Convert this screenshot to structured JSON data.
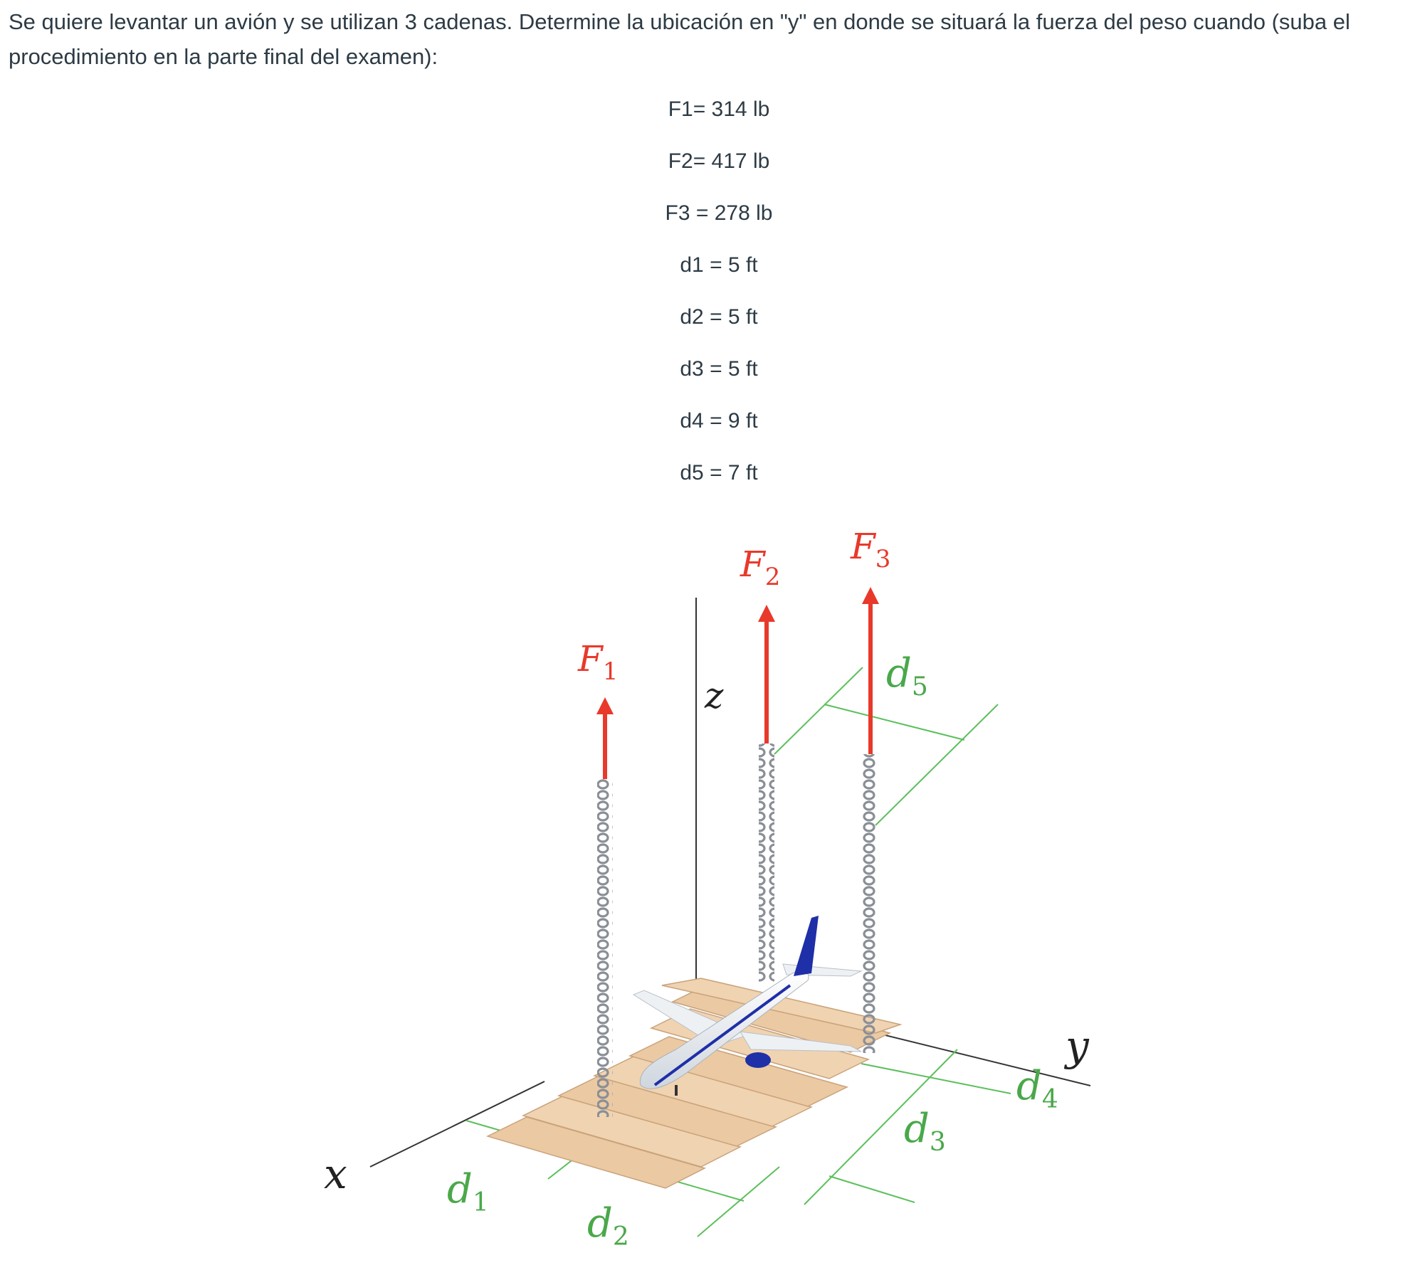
{
  "question": "Se quiere levantar un avión y se utilizan 3 cadenas. Determine la ubicación en \"y\" en donde se situará la fuerza del peso cuando (suba el procedimiento en la parte final del examen):",
  "givens": [
    "F1= 314 lb",
    "F2= 417 lb",
    "F3 = 278 lb",
    "d1 = 5 ft",
    "d2 = 5 ft",
    "d3 = 5 ft",
    "d4 = 9 ft",
    "d5 = 7 ft"
  ],
  "figure": {
    "axes": {
      "x": "x",
      "y": "y",
      "z": "z"
    },
    "forces": [
      {
        "symbol": "F",
        "sub": "1"
      },
      {
        "symbol": "F",
        "sub": "2"
      },
      {
        "symbol": "F",
        "sub": "3"
      }
    ],
    "distances": [
      {
        "symbol": "d",
        "sub": "1"
      },
      {
        "symbol": "d",
        "sub": "2"
      },
      {
        "symbol": "d",
        "sub": "3"
      },
      {
        "symbol": "d",
        "sub": "4"
      },
      {
        "symbol": "d",
        "sub": "5"
      }
    ],
    "colors": {
      "force": "#e8392b",
      "dimension": "#5cbf5c",
      "axis": "#333333",
      "pallet": "#eac9a3",
      "chain": "#8a8f96",
      "tail": "#1f2fa8"
    }
  }
}
